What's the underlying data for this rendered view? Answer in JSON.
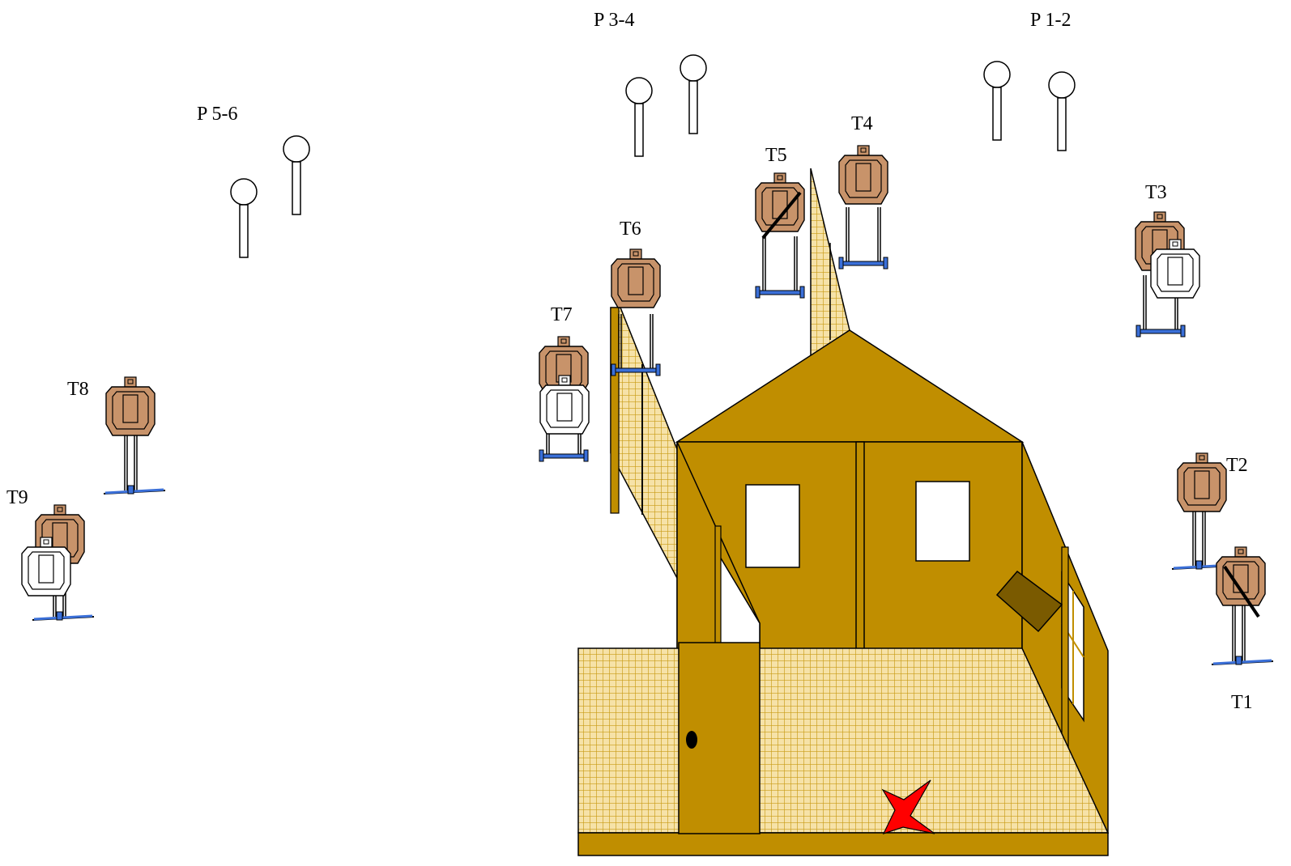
{
  "stage": {
    "colors": {
      "wall": "#C08E00",
      "mesh_bg": "#F6E2A8",
      "mesh_line": "#C99B16",
      "cardboard": "#C8936A",
      "no_shoot": "#FFFFFF",
      "stand_base": "#3A6FD8",
      "shutter": "#7A5A00",
      "start_star": "#FF0000"
    },
    "labels": {
      "p56": "P 5-6",
      "p34": "P 3-4",
      "p12": "P 1-2",
      "t1": "T1",
      "t2": "T2",
      "t3": "T3",
      "t4": "T4",
      "t5": "T5",
      "t6": "T6",
      "t7": "T7",
      "t8": "T8",
      "t9": "T9"
    }
  }
}
